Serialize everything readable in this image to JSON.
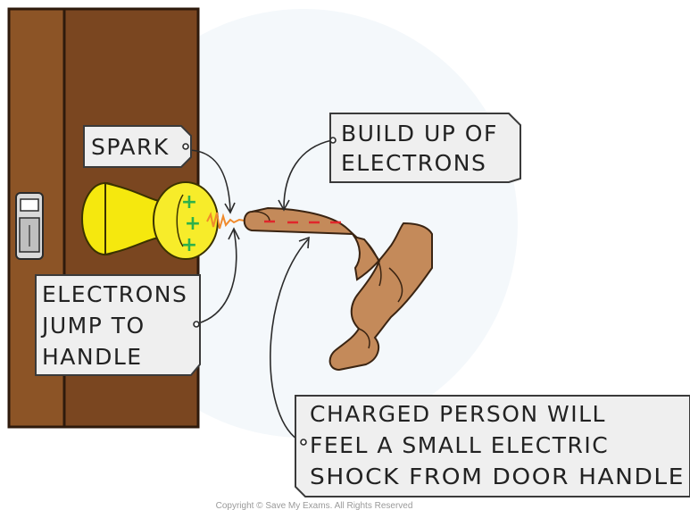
{
  "labels": {
    "spark": "SPARK",
    "build_up": [
      "BUILD UP OF",
      "ELECTRONS"
    ],
    "electrons_jump": [
      "ELECTRONS",
      "JUMP TO",
      "HANDLE"
    ],
    "charged_person": [
      "CHARGED PERSON WILL",
      "FEEL A SMALL ELECTRIC",
      "SHOCK FROM DOOR HANDLE"
    ]
  },
  "charges": {
    "handle": "+",
    "finger": "–"
  },
  "copyright": "Copyright © Save My Exams. All Rights Reserved",
  "colors": {
    "door": "#7a4620",
    "door_frame": "#8c5426",
    "knob": "#f5e80e",
    "skin": "#c48a5a",
    "positive_charge": "#2db14b",
    "negative_charge": "#e0262b",
    "spark": "#f08a2c",
    "label_background": "#efefef"
  }
}
